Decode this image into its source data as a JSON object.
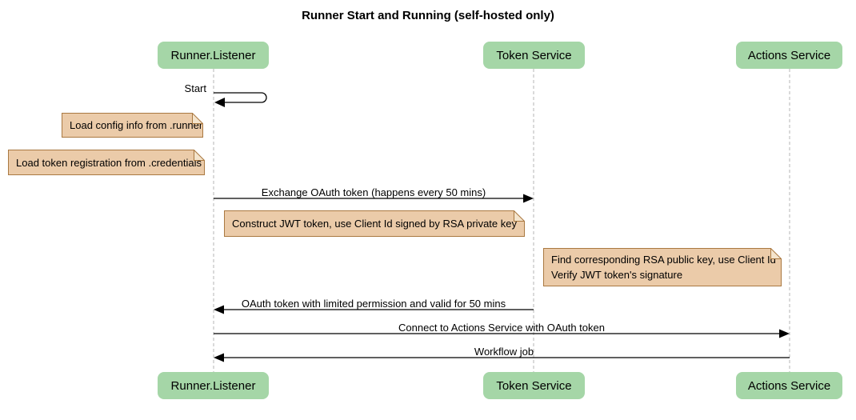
{
  "title": "Runner Start and Running (self-hosted only)",
  "participants": {
    "runner": "Runner.Listener",
    "token": "Token Service",
    "actions": "Actions Service"
  },
  "messages": {
    "start_self": "Start",
    "exchange_oauth": "Exchange OAuth token (happens every 50 mins)",
    "oauth_return": "OAuth token with limited permission and valid for 50 mins",
    "connect_actions": "Connect to Actions Service with OAuth token",
    "workflow_job": "Workflow job"
  },
  "notes": {
    "load_config": "Load config info from .runner",
    "load_token_registration": "Load token registration from .credentials",
    "construct_jwt": "Construct JWT token, use Client Id signed by RSA private key",
    "verify_jwt_line1": "Find corresponding RSA public key, use Client Id",
    "verify_jwt_line2": "Verify JWT token's signature"
  },
  "colors": {
    "participant_fill": "#A5D6A7",
    "participant_text": "#000000",
    "note_fill": "#EBCBA9",
    "note_border": "#AA7941",
    "note_fold": "#F4E4CC",
    "lifeline": "#B5B5B5",
    "arrow": "#000000",
    "background": "#FFFFFF"
  }
}
